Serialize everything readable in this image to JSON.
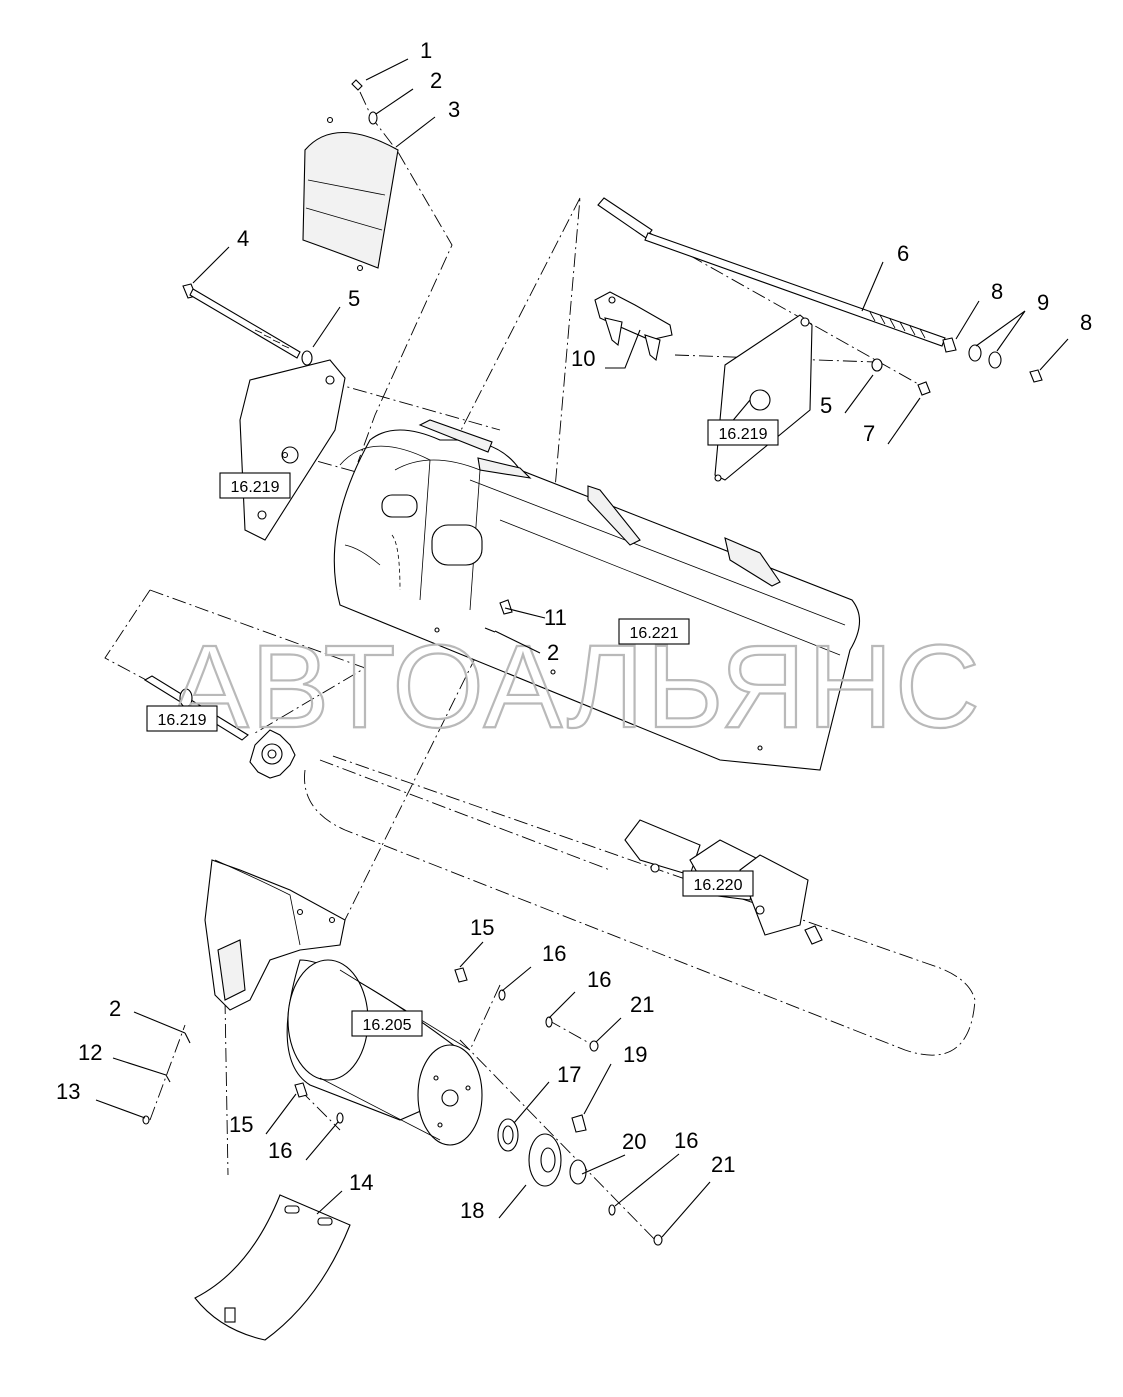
{
  "watermark": "АВТОАЛЬЯНС",
  "callouts": [
    {
      "id": "c1",
      "label": "1"
    },
    {
      "id": "c2a",
      "label": "2"
    },
    {
      "id": "c3",
      "label": "3"
    },
    {
      "id": "c4",
      "label": "4"
    },
    {
      "id": "c5a",
      "label": "5"
    },
    {
      "id": "c6",
      "label": "6"
    },
    {
      "id": "c8a",
      "label": "8"
    },
    {
      "id": "c9",
      "label": "9"
    },
    {
      "id": "c8b",
      "label": "8"
    },
    {
      "id": "c10",
      "label": "10"
    },
    {
      "id": "c5b",
      "label": "5"
    },
    {
      "id": "c7",
      "label": "7"
    },
    {
      "id": "c11",
      "label": "11"
    },
    {
      "id": "c2b",
      "label": "2"
    },
    {
      "id": "c15a",
      "label": "15"
    },
    {
      "id": "c16a",
      "label": "16"
    },
    {
      "id": "c16b",
      "label": "16"
    },
    {
      "id": "c21a",
      "label": "21"
    },
    {
      "id": "c2c",
      "label": "2"
    },
    {
      "id": "c12",
      "label": "12"
    },
    {
      "id": "c13",
      "label": "13"
    },
    {
      "id": "c17",
      "label": "17"
    },
    {
      "id": "c19",
      "label": "19"
    },
    {
      "id": "c15b",
      "label": "15"
    },
    {
      "id": "c16c",
      "label": "16"
    },
    {
      "id": "c20",
      "label": "20"
    },
    {
      "id": "c16d",
      "label": "16"
    },
    {
      "id": "c21b",
      "label": "21"
    },
    {
      "id": "c14",
      "label": "14"
    },
    {
      "id": "c18",
      "label": "18"
    }
  ],
  "refs": [
    {
      "id": "r1",
      "label": "16.219"
    },
    {
      "id": "r2",
      "label": "16.219"
    },
    {
      "id": "r3",
      "label": "16.221"
    },
    {
      "id": "r4",
      "label": "16.219"
    },
    {
      "id": "r5",
      "label": "16.220"
    },
    {
      "id": "r6",
      "label": "16.205"
    }
  ]
}
